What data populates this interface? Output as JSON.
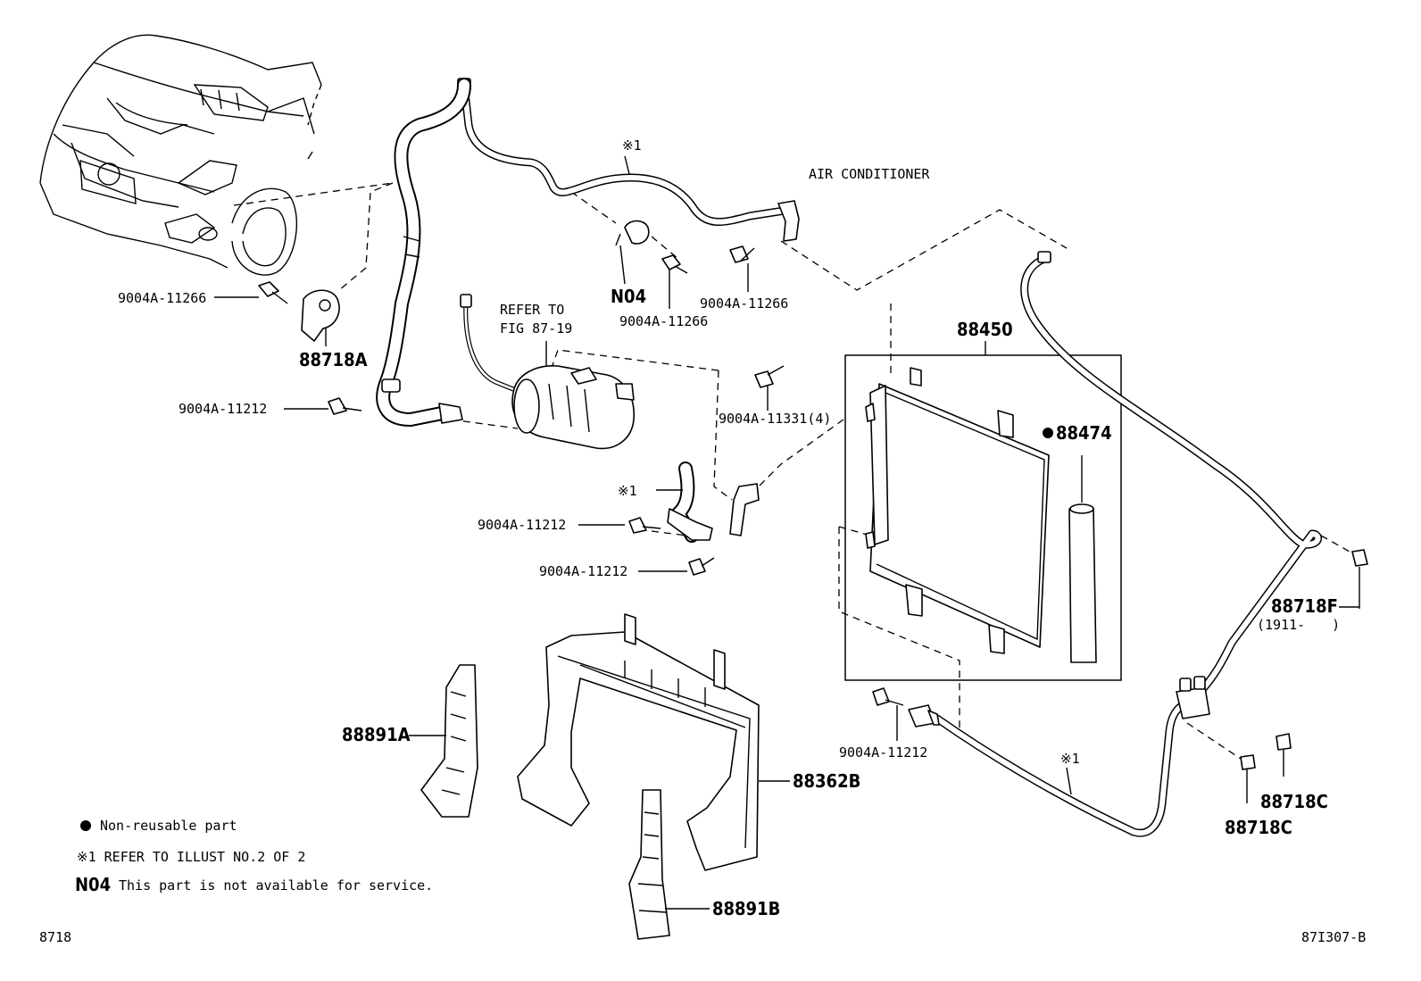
{
  "labels": {
    "air_conditioner": "AIR CONDITIONER",
    "refer_to_line1": "REFER TO",
    "refer_to_line2": "FIG 87-19",
    "ref1_top": "※1",
    "ref1_mid": "※1",
    "ref1_bottom": "※1",
    "bolt_11266_left": "9004A-11266",
    "bolt_11266_mid": "9004A-11266",
    "bolt_11266_right": "9004A-11266",
    "bolt_11212_left": "9004A-11212",
    "bolt_11212_mid1": "9004A-11212",
    "bolt_11212_mid2": "9004A-11212",
    "bolt_11212_bottom": "9004A-11212",
    "bolt_11331": "9004A-11331(4)",
    "n04": "N04",
    "p88718A": "88718A",
    "p88450": "88450",
    "p88474": "88474",
    "p88718F": "88718F",
    "p88718F_date": "(1911-　　)",
    "p88891A": "88891A",
    "p88362B": "88362B",
    "p88891B": "88891B",
    "p88718C_a": "88718C",
    "p88718C_b": "88718C"
  },
  "legend": {
    "non_reusable": "Non-reusable part",
    "ref_note": "※1 REFER TO ILLUST NO.2 OF 2",
    "n04_code": "N04",
    "n04_text": "This part is not available for service."
  },
  "footer": {
    "left_code": "8718",
    "right_code": "87I307-B"
  }
}
